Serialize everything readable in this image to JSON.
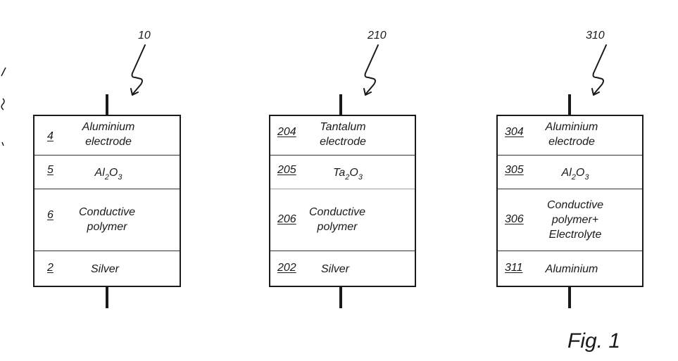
{
  "capacitors": [
    {
      "ref": "10",
      "layers": [
        {
          "num": "4",
          "label": "Aluminium electrode"
        },
        {
          "num": "5",
          "formula": {
            "el1": "Al",
            "sub1": "2",
            "el2": "O",
            "sub2": "3"
          }
        },
        {
          "num": "6",
          "label": "Conductive polymer"
        },
        {
          "num": "2",
          "label": "Silver"
        }
      ]
    },
    {
      "ref": "210",
      "layers": [
        {
          "num": "204",
          "label": "Tantalum electrode"
        },
        {
          "num": "205",
          "formula": {
            "el1": "Ta",
            "sub1": "2",
            "el2": "O",
            "sub2": "3"
          }
        },
        {
          "num": "206",
          "label": "Conductive polymer"
        },
        {
          "num": "202",
          "label": "Silver"
        }
      ]
    },
    {
      "ref": "310",
      "layers": [
        {
          "num": "304",
          "label": "Aluminium electrode"
        },
        {
          "num": "305",
          "formula": {
            "el1": "Al",
            "sub1": "2",
            "el2": "O",
            "sub2": "3"
          }
        },
        {
          "num": "306",
          "label": "Conductive polymer+ Electrolyte"
        },
        {
          "num": "311",
          "label": "Aluminium"
        }
      ]
    }
  ],
  "figure_label": "Fig. 1"
}
